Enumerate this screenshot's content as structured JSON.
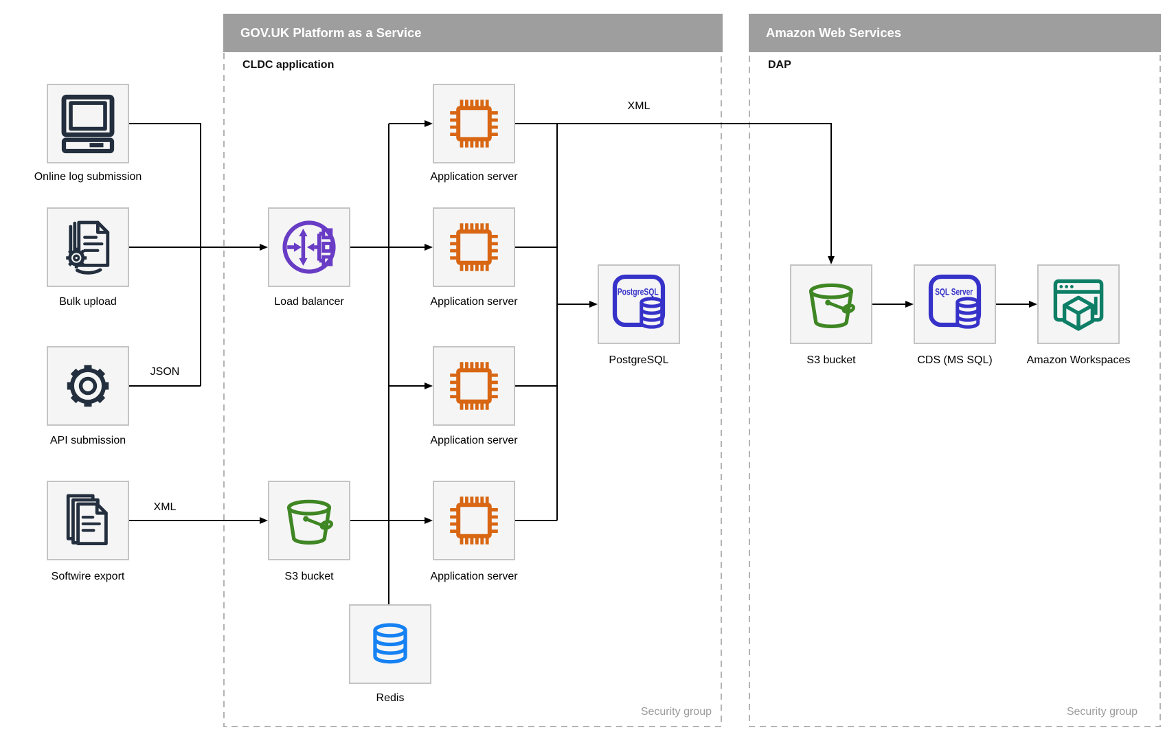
{
  "paas_container": {
    "header": "GOV.UK Platform as a Service",
    "label": "CLDC application",
    "footer": "Security group"
  },
  "aws_container": {
    "header": "Amazon Web Services",
    "label": "DAP",
    "footer": "Security group"
  },
  "nodes": {
    "online_log": {
      "label": "Online log submission"
    },
    "bulk_upload": {
      "label": "Bulk upload"
    },
    "api_submission": {
      "label": "API submission"
    },
    "softwire_export": {
      "label": "Softwire export"
    },
    "load_balancer": {
      "label": "Load balancer"
    },
    "app_server_1": {
      "label": "Application server"
    },
    "app_server_2": {
      "label": "Application server"
    },
    "app_server_3": {
      "label": "Application server"
    },
    "app_server_4": {
      "label": "Application server"
    },
    "postgresql": {
      "label": "PostgreSQL",
      "icon_text": "PostgreSQL"
    },
    "s3_paas": {
      "label": "S3 bucket"
    },
    "redis": {
      "label": "Redis"
    },
    "s3_aws": {
      "label": "S3 bucket"
    },
    "cds": {
      "label": "CDS (MS SQL)",
      "icon_text": "SQL Server"
    },
    "workspaces": {
      "label": "Amazon Workspaces"
    }
  },
  "edge_labels": {
    "api_to_lb": "JSON",
    "softwire_to_s3": "XML",
    "app_to_dap": "XML"
  },
  "colors": {
    "header_bar": "#9e9e9e",
    "header_text": "#ffffff",
    "node_background": "#f5f5f5",
    "node_border": "#c4c4c4",
    "dashed_border": "#b3b3b3",
    "connector": "#000000",
    "dark_icon": "#232f3e",
    "load_balancer_purple": "#693cc5",
    "app_server_orange": "#d86613",
    "database_blue": "#3632c9",
    "s3_green": "#3f8624",
    "redis_blue": "#1681f3",
    "workspaces_teal": "#0e7f66",
    "security_group_text": "#9b9b9b"
  }
}
